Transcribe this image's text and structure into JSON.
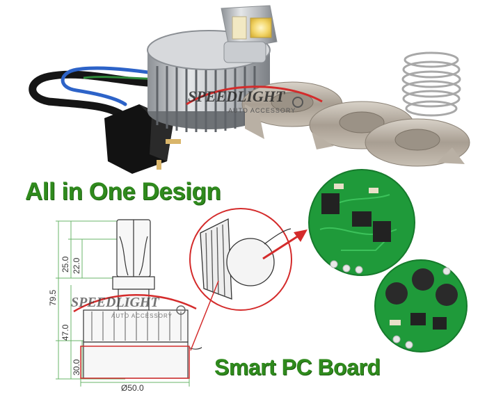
{
  "headline_top": "All in One Design",
  "headline_bottom": "Smart PC Board",
  "watermark": {
    "brand": "SPEEDLIGHT",
    "brand_sub": "AUTO ACCESSORY"
  },
  "dimensions": {
    "total_height": "79.5",
    "upper_height": "25.0",
    "inner_height": "22.0",
    "lower_height": "47.0",
    "base_height": "30.0",
    "base_diameter": "Ø50.0"
  },
  "colors": {
    "headline_green": "#2f8a1d",
    "pcb_green": "#1f9a3a",
    "callout_red": "#d42b2b",
    "dimension_green": "#6ab56a"
  }
}
